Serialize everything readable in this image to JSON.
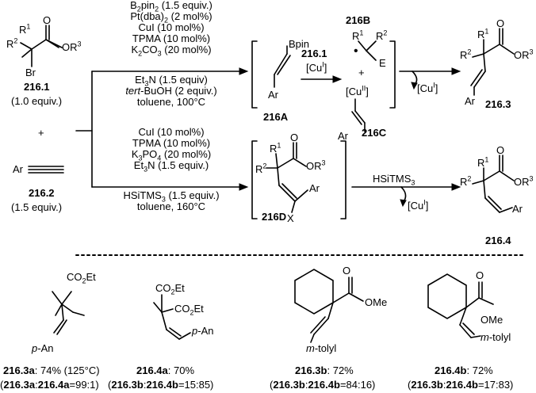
{
  "reactants": {
    "r1_label": "R",
    "r1_sup": "1",
    "r2_label": "R",
    "r2_sup": "2",
    "or3": "OR",
    "or3_sup": "3",
    "br": "Br",
    "o": "O",
    "name_216_1": "216.1",
    "equiv_216_1": "(1.0 equiv.)",
    "plus": "+",
    "ar": "Ar",
    "name_216_2": "216.2",
    "equiv_216_2": "(1.5 equiv.)"
  },
  "top_conditions": {
    "b2pin2_a": "B",
    "b2pin2_b": "2",
    "b2pin2_c": "pin",
    "b2pin2_d": "2",
    "b2pin2_e": " (1.5 equiv.)",
    "pt_a": "Pt(dba)",
    "pt_b": "2",
    "pt_c": " (2 mol%)",
    "cui": "CuI (10 mol%)",
    "tpma": "TPMA (10 mol%)",
    "k2co3_a": "K",
    "k2co3_b": "2",
    "k2co3_c": "CO",
    "k2co3_d": "3",
    "k2co3_e": " (20 mol%)",
    "et3n_a": "Et",
    "et3n_b": "3",
    "et3n_c": "N (1.5 equiv)",
    "tbuoh_a": "tert",
    "tbuoh_b": "-BuOH (2 equiv.)",
    "solvent": "toluene, 100°C"
  },
  "bottom_conditions": {
    "cui": "CuI (10 mol%)",
    "tpma": "TPMA (10 mol%)",
    "k3po4_a": "K",
    "k3po4_b": "3",
    "k3po4_c": "PO",
    "k3po4_d": "4",
    "k3po4_e": " (20 mol%)",
    "et3n_a": "Et",
    "et3n_b": "3",
    "et3n_c": "N (1.5 equiv.)",
    "hsitms_a": "HSiTMS",
    "hsitms_b": "3",
    "hsitms_c": " (1.5 equiv.)",
    "solvent": "toluene, 160°C"
  },
  "intermediates": {
    "bpin": "Bpin",
    "ar_a": "Ar",
    "name_216A": "216A",
    "name_216B": "216B",
    "reagent_216_1": "216.1",
    "cu_i_a": "[Cu",
    "cu_i_b": "I",
    "cu_i_c": "]",
    "radical_E": "E",
    "radical_plus": "+",
    "cu_ii_a": "[Cu",
    "cu_ii_b": "II",
    "cu_ii_c": "]",
    "ar_c": "Ar",
    "name_216C": "216C",
    "release_cu_a": "[Cu",
    "release_cu_b": "I",
    "release_cu_c": "]",
    "name_216D": "216D",
    "x": "X",
    "ar_d": "Ar",
    "hsitms3_a": "HSiTMS",
    "hsitms3_b": "3",
    "release_cu2_a": "[Cu",
    "release_cu2_b": "I",
    "release_cu2_c": "]"
  },
  "products": {
    "name_216_3": "216.3",
    "ar_p3": "Ar",
    "name_216_4": "216.4",
    "ar_p4": "Ar"
  },
  "examples": [
    {
      "group": "CO2Et",
      "aryl": "p-An",
      "name": "216.3a",
      "result": ": 74% (125°C)",
      "ratio_open": "(",
      "ratio_a": "216.3a",
      "ratio_sep": ":",
      "ratio_b": "216.4a",
      "ratio_val": "=99:1)"
    },
    {
      "group": "CO2Et",
      "group2": "CO2Et",
      "aryl": "p-An",
      "name": "216.4a",
      "result": ": 70%",
      "ratio_open": "(",
      "ratio_a": "216.3b",
      "ratio_sep": ":",
      "ratio_b": "216.4b",
      "ratio_val": "=15:85)"
    },
    {
      "group": "OMe",
      "aryl": "m-tolyl",
      "name": "216.3b",
      "result": ": 72%",
      "ratio_open": "(",
      "ratio_a": "216.3b",
      "ratio_sep": ":",
      "ratio_b": "216.4b",
      "ratio_val": "=84:16)"
    },
    {
      "group": "OMe",
      "aryl": "m-tolyl",
      "name": "216.4b",
      "result": ": 72%",
      "ratio_open": "(",
      "ratio_a": "216.3b",
      "ratio_sep": ":",
      "ratio_b": "216.4b",
      "ratio_val": "=17:83)"
    }
  ]
}
